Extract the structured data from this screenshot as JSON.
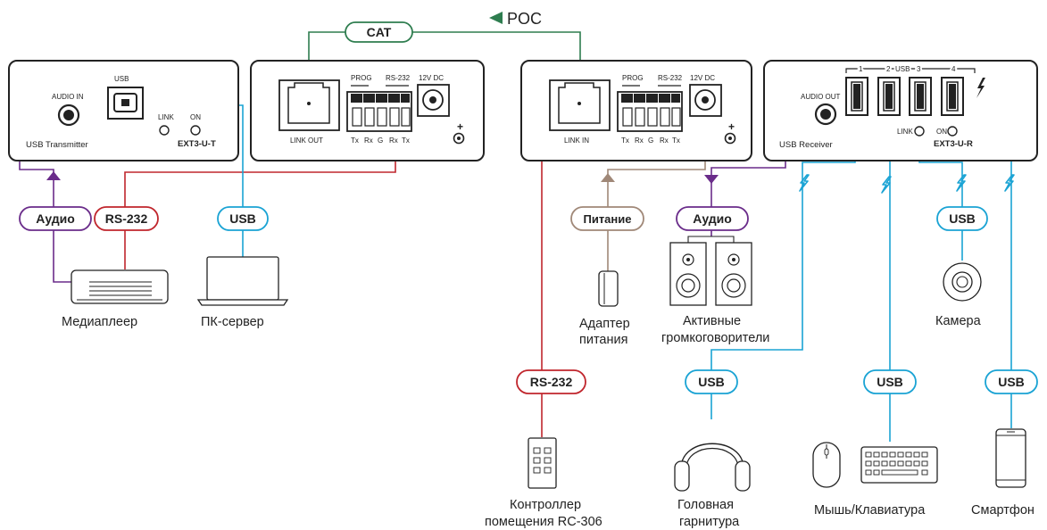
{
  "poc_label": "POC",
  "cat_label": "CAT",
  "transmitter": {
    "audio_in": "AUDIO IN",
    "usb": "USB",
    "link": "LINK",
    "on": "ON",
    "name": "USB Transmitter",
    "model": "EXT3-U-T"
  },
  "transmitter_back": {
    "prog": "PROG",
    "rs232": "RS-232",
    "power": "12V DC",
    "link_out": "LINK OUT",
    "pins": [
      "Tx",
      "Rx",
      "G",
      "Rx",
      "Tx"
    ]
  },
  "receiver_back": {
    "prog": "PROG",
    "rs232": "RS-232",
    "power": "12V DC",
    "link_in": "LINK IN",
    "pins": [
      "Tx",
      "Rx",
      "G",
      "Rx",
      "Tx"
    ]
  },
  "receiver": {
    "audio_out": "AUDIO OUT",
    "usb": "USB",
    "ports": [
      "1",
      "2",
      "3",
      "4"
    ],
    "link": "LINK",
    "on": "ON",
    "name": "USB Receiver",
    "model": "EXT3-U-R"
  },
  "pills": {
    "audio_left": "Аудио",
    "rs232_left": "RS-232",
    "usb_left": "USB",
    "power": "Питание",
    "audio_right": "Аудио",
    "usb_camera": "USB",
    "rs232_bottom": "RS-232",
    "usb_headset": "USB",
    "usb_keyboard": "USB",
    "usb_phone": "USB"
  },
  "devices": {
    "media_player": "Медиаплеер",
    "pc_server": "ПК-сервер",
    "power_adapter": [
      "Адаптер",
      "питания"
    ],
    "speakers": [
      "Активные",
      "громкоговорители"
    ],
    "camera": "Камера",
    "room_controller": [
      "Контроллер",
      "помещения RC-306"
    ],
    "headset": [
      "Головная",
      "гарнитура"
    ],
    "mouse_keyboard": "Мышь/Клавиатура",
    "smartphone": "Смартфон"
  },
  "colors": {
    "cat": "#2e7d4f",
    "audio": "#6a2c8a",
    "rs232": "#c0262d",
    "usb": "#1aa3d4",
    "power": "#a08878",
    "device_outline": "#222222"
  }
}
